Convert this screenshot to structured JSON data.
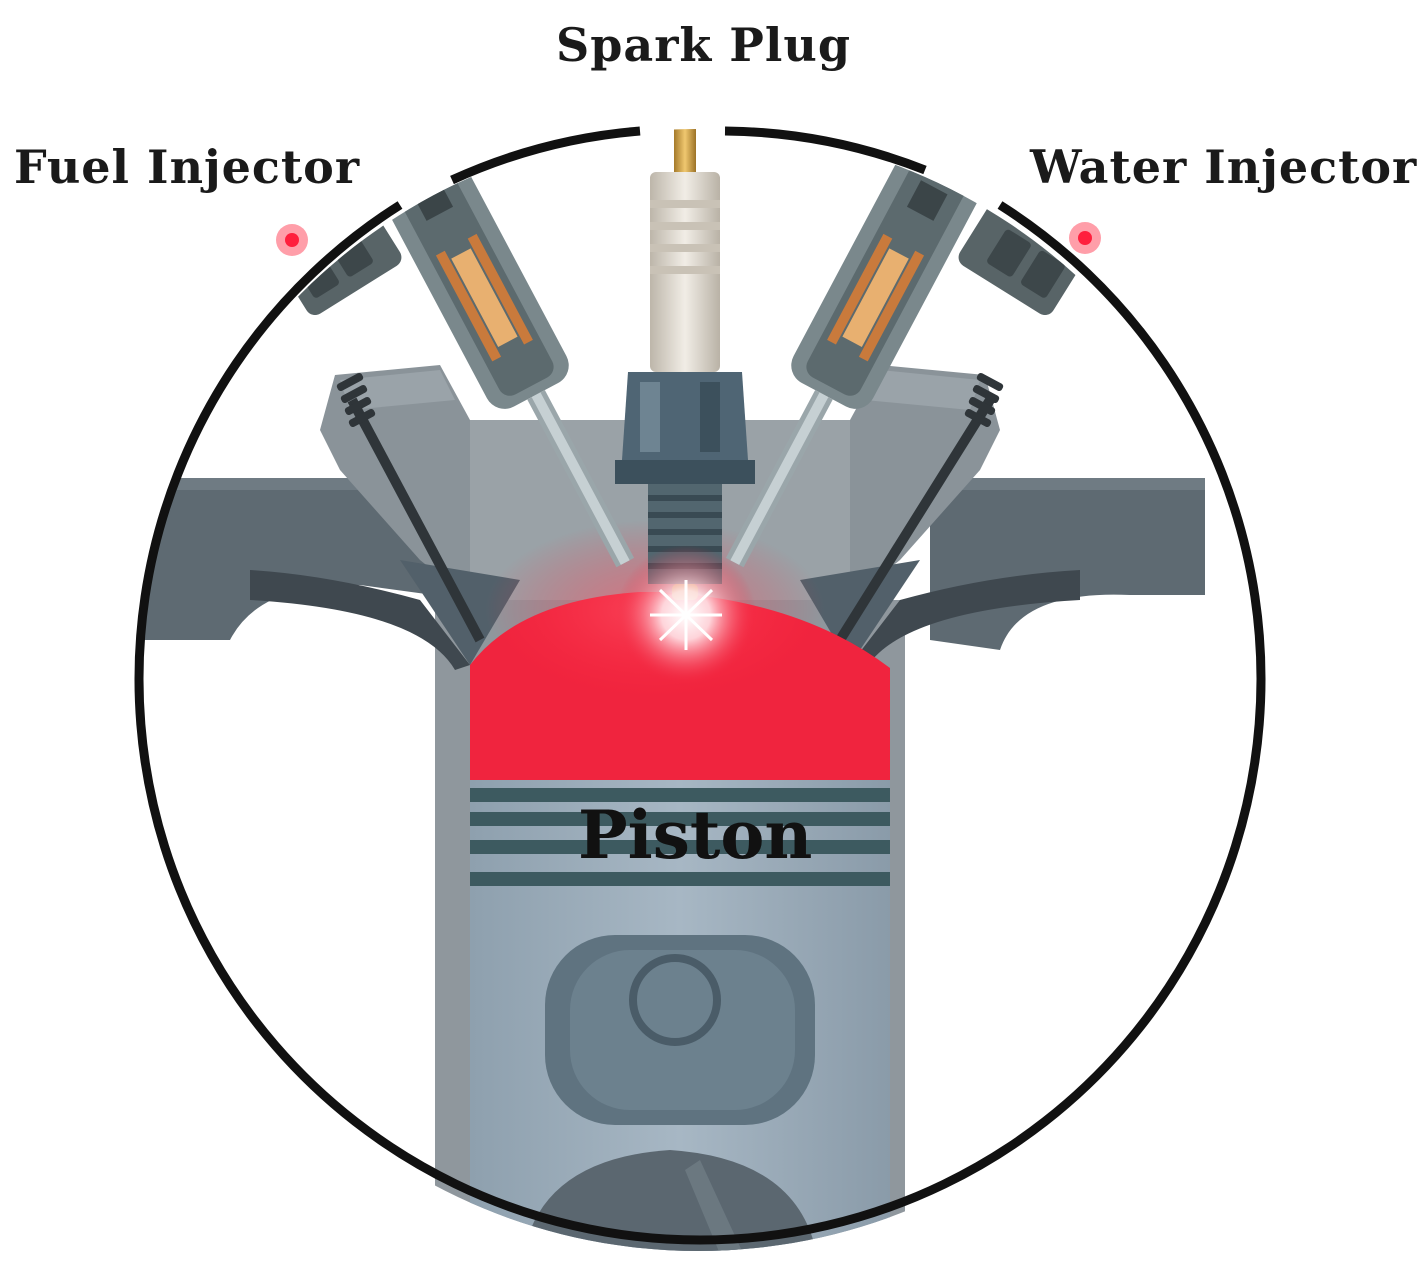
{
  "labels": {
    "spark_plug": "Spark Plug",
    "fuel_injector": "Fuel Injector",
    "water_injector": "Water Injector",
    "piston": "Piston"
  },
  "colors": {
    "combustion": "#f0243e",
    "cylinder_wall": "#8f979d",
    "cylinder_head": "#5b6770",
    "piston_body": "#97a8b6",
    "piston_rings": "#3d5a60",
    "spark_plug_ceramic": "#ddd8cf",
    "spark_plug_metal": "#4f6574",
    "injector_body": "#6f7d81",
    "injector_coil": "#c97a3c",
    "outline": "#111111"
  }
}
